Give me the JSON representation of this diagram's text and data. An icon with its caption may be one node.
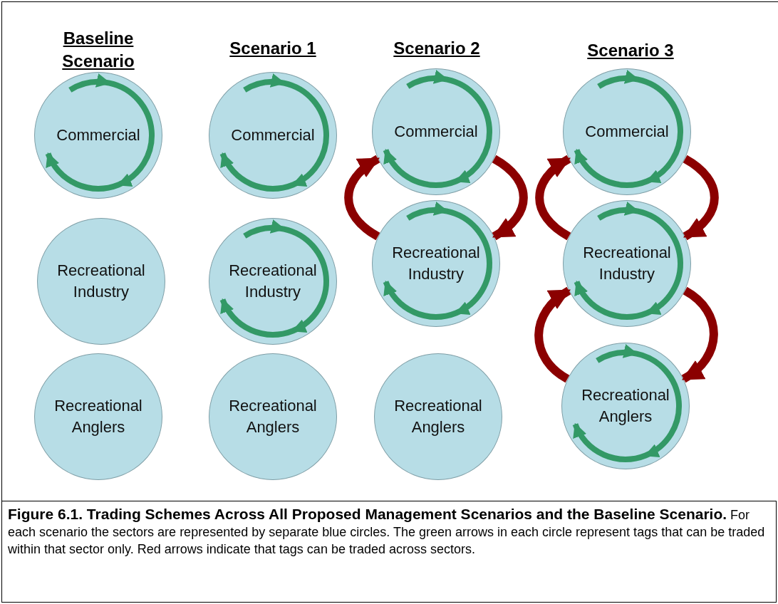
{
  "diagram": {
    "caption": "**Figure 6.1. Trading Schemes Across All Proposed Management Scenarios and the Baseline Scenario.** For each scenario the sectors are represented by separate blue circles. The green arrows in each circle represent tags that can be traded within that sector only. Red arrows indicate that tags can be traded across sectors.",
    "nodes": [
      {
        "text": [
          "Commercial"
        ]
      },
      {
        "text": [
          "Recreational Industry"
        ]
      },
      {
        "text": [
          "Recreational Anglers"
        ]
      },
      {
        "text": [
          "Commercial"
        ]
      },
      {
        "text": [
          "Recreational Industry"
        ]
      },
      {
        "text": [
          "Recreational Anglers"
        ]
      },
      {
        "text": [
          "Commercial"
        ]
      },
      {
        "text": [
          "Recreational Industry"
        ]
      },
      {
        "text": [
          "Recreational Anglers"
        ]
      },
      {
        "text": [
          "Commercial"
        ]
      },
      {
        "text": [
          "Recreational Industry"
        ]
      },
      {
        "text": [
          "Recreational Anglers"
        ]
      }
    ],
    "edges": [
      {
        "from": 0,
        "to": 0,
        "arrow": "to",
        "color": "#339966"
      },
      {
        "from": 3,
        "to": 3,
        "arrow": "to",
        "color": "#339966"
      },
      {
        "from": 4,
        "to": 4,
        "arrow": "to",
        "color": "#339966"
      },
      {
        "from": 6,
        "to": 6,
        "arrow": "to",
        "color": "#339966"
      },
      {
        "from": 7,
        "to": 6,
        "arrow": "to",
        "color": "#8b0000"
      },
      {
        "from": 6,
        "to": 7,
        "arrow": "to",
        "color": "#8b0000"
      },
      {
        "from": 7,
        "to": 7,
        "arrow": "to",
        "color": "#339966"
      },
      {
        "from": 9,
        "to": 9,
        "arrow": "to",
        "color": "#339966"
      },
      {
        "from": 10,
        "to": 9,
        "arrow": "to",
        "color": "#8b0000"
      },
      {
        "from": 9,
        "to": 10,
        "arrow": "to",
        "color": "#8b0000"
      },
      {
        "from": 10,
        "to": 10,
        "arrow": "to",
        "color": "#339966"
      },
      {
        "from": 11,
        "to": 10,
        "arrow": "to",
        "color": "#8b0000"
      },
      {
        "from": 10,
        "to": 11,
        "arrow": "to",
        "color": "#8b0000"
      },
      {
        "from": 11,
        "to": 11,
        "arrow": "to",
        "color": "#339966"
      }
    ],
    "labels": [
      "Baseline Scenario",
      "Scenario 1",
      "Scenario 2",
      "Scenario 3"
    ]
  }
}
